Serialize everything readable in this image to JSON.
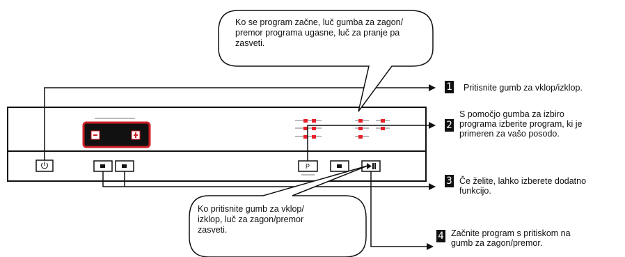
{
  "callouts": {
    "top": {
      "lines": [
        "Ko se program začne, luč gumba za zagon/",
        "premor programa ugasne, luč za pranje pa",
        "zasveti."
      ]
    },
    "bottom": {
      "lines": [
        "Ko pritisnite gumb za vklop/",
        "izklop, luč za zagon/premor",
        "zasveti."
      ]
    }
  },
  "steps": [
    {
      "number": "1",
      "lines": [
        "Pritisnite gumb za vklop/izklop."
      ]
    },
    {
      "number": "2",
      "lines": [
        "S pomočjo gumba za izbiro",
        "programa izberite program, ki je",
        "primeren za vašo posodo."
      ]
    },
    {
      "number": "3",
      "lines": [
        "Če želite, lahko izberete dodatno",
        "funkcijo."
      ]
    },
    {
      "number": "4",
      "lines": [
        "Začnite program s pritiskom na",
        "gumb za zagon/premor."
      ]
    }
  ],
  "panel": {
    "program_button_label": "P",
    "minus_label": "–",
    "plus_label": "+"
  },
  "colors": {
    "indicator": "#e8202a",
    "display_border": "#cc1f26",
    "display_bg": "#111111"
  },
  "icons": {
    "power_button": "power-icon",
    "start_pause_button": "play-pause-icon"
  }
}
